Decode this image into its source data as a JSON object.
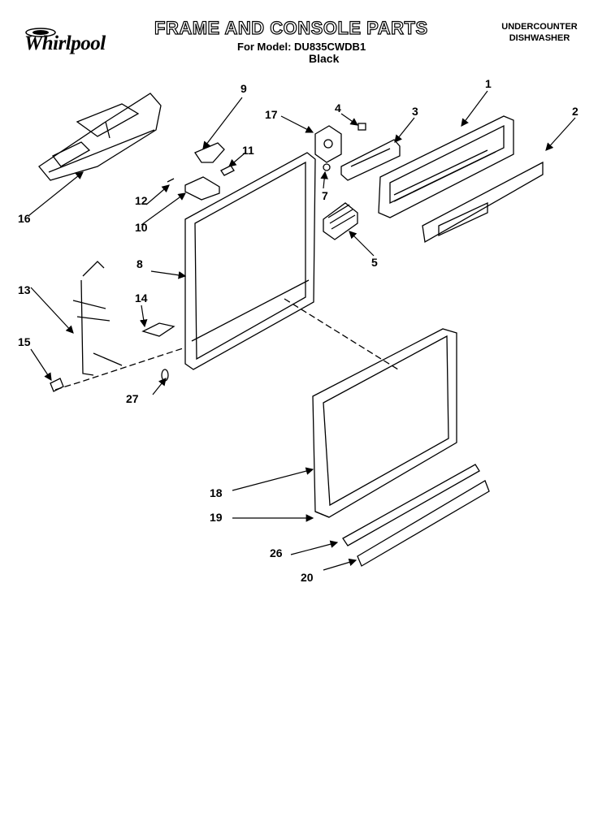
{
  "header": {
    "title": "FRAME AND CONSOLE PARTS",
    "model_line": "For Model: DU835CWDB1",
    "color": "Black",
    "unit_type": [
      "UNDERCOUNTER",
      "DISHWASHER"
    ],
    "brand": "Whirlpool"
  },
  "callouts": [
    "1",
    "2",
    "3",
    "4",
    "5",
    "7",
    "8",
    "9",
    "10",
    "11",
    "12",
    "13",
    "14",
    "15",
    "16",
    "17",
    "18",
    "19",
    "20",
    "26",
    "27"
  ]
}
